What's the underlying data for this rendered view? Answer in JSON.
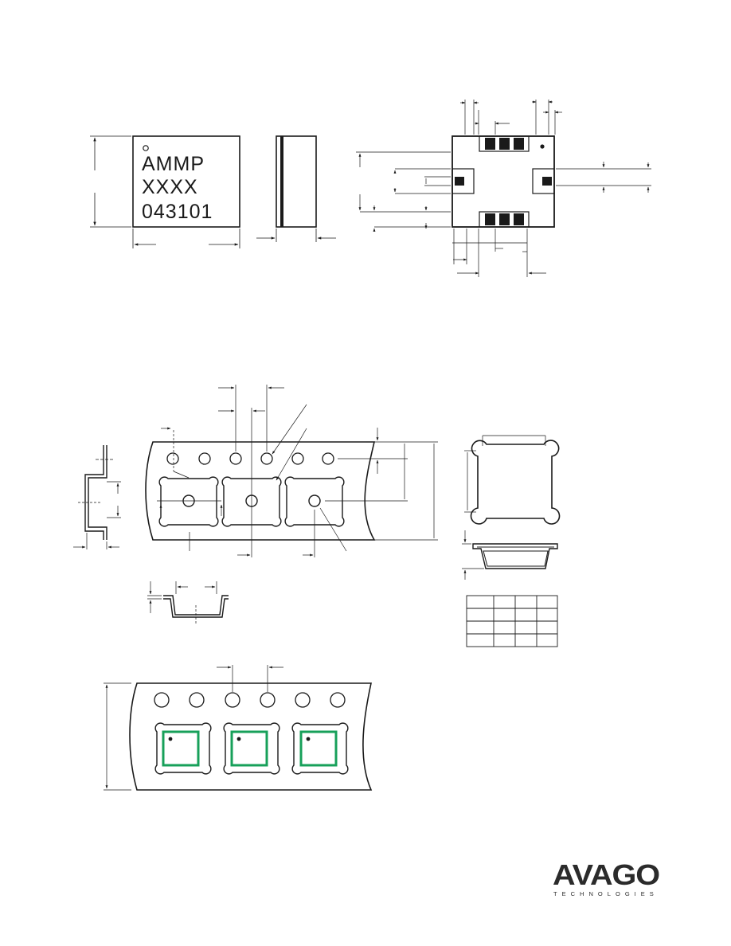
{
  "package_marking": {
    "line1": "AMMP",
    "line2": "XXXX",
    "line3": "043101"
  },
  "logo": {
    "name": "AVAGO",
    "tagline": "TECHNOLOGIES"
  },
  "colors": {
    "ink": "#1a1a1a",
    "component_outline": "#17a05a"
  }
}
